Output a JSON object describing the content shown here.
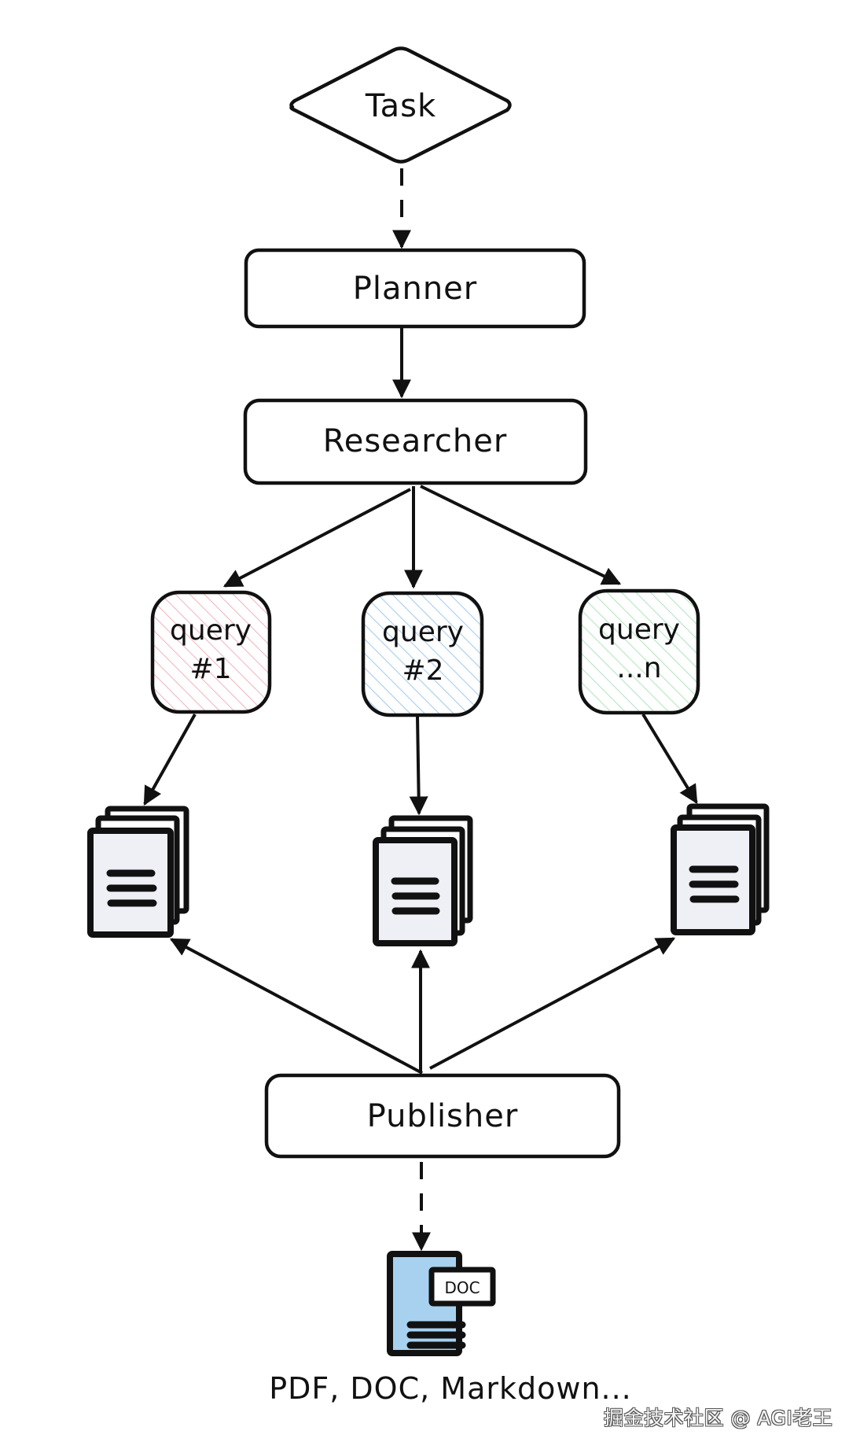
{
  "diagram": {
    "title": "Research agent workflow",
    "nodes": {
      "task": {
        "label": "Task",
        "shape": "diamond"
      },
      "planner": {
        "label": "Planner",
        "shape": "rounded-rectangle"
      },
      "researcher": {
        "label": "Researcher",
        "shape": "rounded-rectangle"
      },
      "queries": [
        {
          "line1": "query",
          "line2": "#1",
          "hatch_color": "#f2b8bd"
        },
        {
          "line1": "query",
          "line2": "#2",
          "hatch_color": "#a6cdf0"
        },
        {
          "line1": "query",
          "line2": "...n",
          "hatch_color": "#b4e6c0"
        }
      ],
      "doc_stacks": [
        {
          "icon": "document-stack-icon"
        },
        {
          "icon": "document-stack-icon"
        },
        {
          "icon": "document-stack-icon"
        }
      ],
      "publisher": {
        "label": "Publisher",
        "shape": "rounded-rectangle"
      },
      "output": {
        "icon": "doc-file-icon",
        "tag": "DOC",
        "fill": "#a8d1f0",
        "caption": "PDF, DOC, Markdown..."
      }
    },
    "edges": [
      {
        "from": "Task",
        "to": "Planner",
        "style": "dashed"
      },
      {
        "from": "Planner",
        "to": "Researcher",
        "style": "solid"
      },
      {
        "from": "Researcher",
        "to": "query #1",
        "style": "solid"
      },
      {
        "from": "Researcher",
        "to": "query #2",
        "style": "solid"
      },
      {
        "from": "Researcher",
        "to": "query ...n",
        "style": "solid"
      },
      {
        "from": "query #1",
        "to": "documents 1",
        "style": "solid"
      },
      {
        "from": "query #2",
        "to": "documents 2",
        "style": "solid"
      },
      {
        "from": "query ...n",
        "to": "documents n",
        "style": "solid"
      },
      {
        "from": "Publisher",
        "to": "documents 1",
        "style": "solid"
      },
      {
        "from": "Publisher",
        "to": "documents 2",
        "style": "solid"
      },
      {
        "from": "Publisher",
        "to": "documents n",
        "style": "solid"
      },
      {
        "from": "Publisher",
        "to": "output document",
        "style": "dashed"
      }
    ],
    "colors": {
      "stroke": "#111111",
      "page_fill": "#eef0f5"
    }
  },
  "watermark": "掘金技术社区 @ AGI老王"
}
